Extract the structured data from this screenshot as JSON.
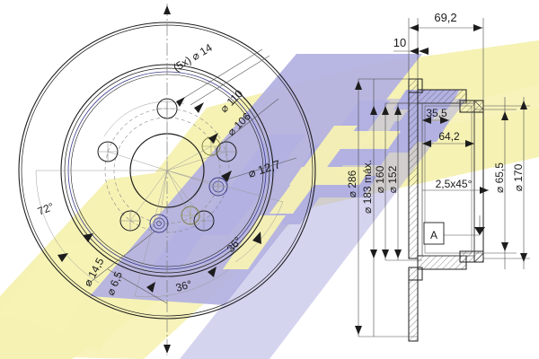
{
  "drawing": {
    "type": "engineering-drawing",
    "subject": "brake disc (vented rotor)",
    "views": {
      "front": "front view with bolt pattern",
      "section": "cross-section side view"
    },
    "watermark": {
      "text": "ICER",
      "yellow": "#f6f2b4",
      "purple": "#b2b1e2"
    },
    "line_color": "#1d1d1d",
    "thin_color": "#6e6e6e"
  },
  "front_view": {
    "labels": {
      "bolt_holes": "(5x) ⌀ 14",
      "pcd_110": "⌀ 110",
      "pcd_106": "⌀ 106",
      "hole_12_7": "⌀ 12,7",
      "angle_36_a": "36°",
      "angle_36_b": "36°",
      "angle_72": "72°",
      "hole_14_5": "⌀ 14,5",
      "hole_6_5": "⌀ 6,5"
    }
  },
  "section_view": {
    "labels": {
      "overall_width": "69,2",
      "hat_thickness": "10",
      "dim_35_5": "35,5",
      "dim_64_2": "64,2",
      "chamfer": "2,5x45°",
      "dia_286": "⌀ 286",
      "dia_183_max": "⌀ 183 máx.",
      "dia_160": "⌀ 160",
      "dia_152": "⌀ 152",
      "dia_65_5": "⌀ 65,5",
      "dia_170": "⌀ 170",
      "detail_ref": "A"
    }
  }
}
